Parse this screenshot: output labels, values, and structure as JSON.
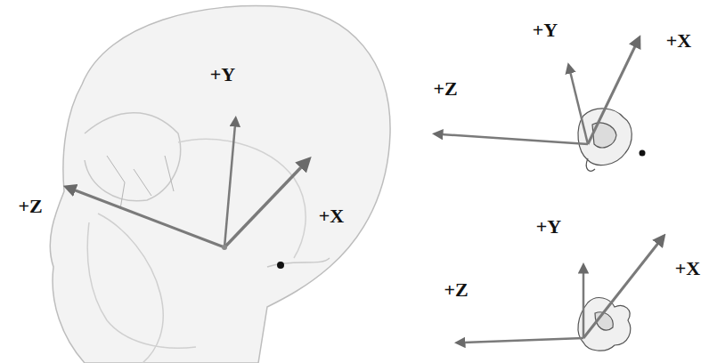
{
  "diagram": {
    "labels": [
      "+Y",
      "+X",
      "+Z",
      "+Y",
      "+X",
      "+Z",
      "+Y",
      "+X",
      "+Z"
    ]
  }
}
